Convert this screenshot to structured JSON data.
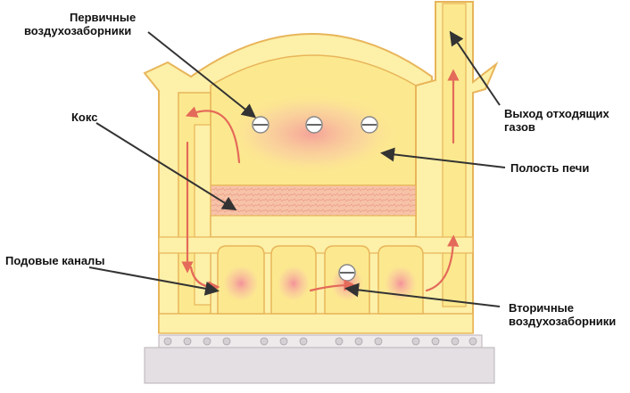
{
  "labels": {
    "primary_air_line1": "Первичные",
    "primary_air_line2": "воздухозаборники",
    "coke": "Кокс",
    "flue_gas_line1": "Выход отходящих",
    "flue_gas_line2": "газов",
    "oven_cavity": "Полость печи",
    "sole_flues": "Подовые каналы",
    "secondary_air_line1": "Вторичные",
    "secondary_air_line2": "воздухозаборники"
  },
  "colors": {
    "wall": "#fdf0a8",
    "wall_outline": "#e8b55a",
    "chamber": "#fce98f",
    "coke": "#f5b9a2",
    "heat": "#f6a0a0",
    "arrow": "#e46a5a",
    "base": "#e3dfe2",
    "pointer": "#333333"
  },
  "icons": {
    "primary_air_inlet": "vent-icon",
    "secondary_air_inlet": "vent-icon",
    "flow_arrows": "gas-flow-arrow-icon"
  }
}
